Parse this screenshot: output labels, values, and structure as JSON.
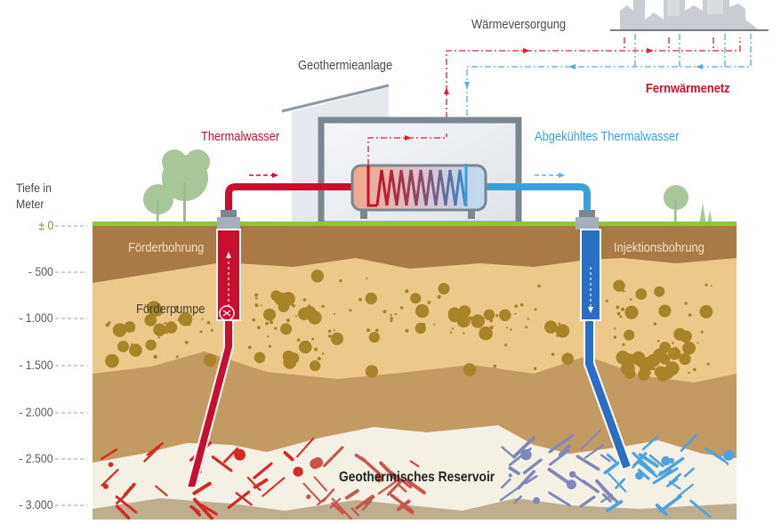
{
  "diagram": {
    "depth_axis": {
      "title_line1": "Tiefe in",
      "title_line2": "Meter",
      "ticks": [
        "± 0",
        "- 500",
        "- 1.000",
        "- 1.500",
        "- 2.000",
        "- 2.500",
        "- 3.000"
      ]
    },
    "labels": {
      "plant": "Geothermieanlage",
      "heat_supply": "Wärmeversorgung",
      "district_heating": "Fernwärmenetz",
      "thermal_water": "Thermalwasser",
      "cooled_thermal_water": "Abgekühltes Thermalwasser",
      "production_well": "Förderbohrung",
      "injection_well": "Injektionsbohrung",
      "production_pump": "Förderpumpe",
      "reservoir": "Geothermisches Reservoir"
    },
    "icons": {
      "pump": "pump-icon",
      "heat_exchanger": "heat-exchanger-icon",
      "city": "city-skyline-icon",
      "trees": "tree-icon"
    },
    "colors": {
      "hot": "#c8102e",
      "cold": "#3aa0dc",
      "injection_pipe": "#2a6fc4",
      "grass": "#8cc63f",
      "soil_top": "#a97a45",
      "sand": "#ecc98a",
      "clay": "#c49a63",
      "reservoir_rock": "#f5f0e4",
      "deep_rock": "#bfae8e",
      "pebbles": "#a8832a",
      "building": "#e8ebf0",
      "building_frame": "#7a8690",
      "city": "#c8ccd3"
    }
  }
}
